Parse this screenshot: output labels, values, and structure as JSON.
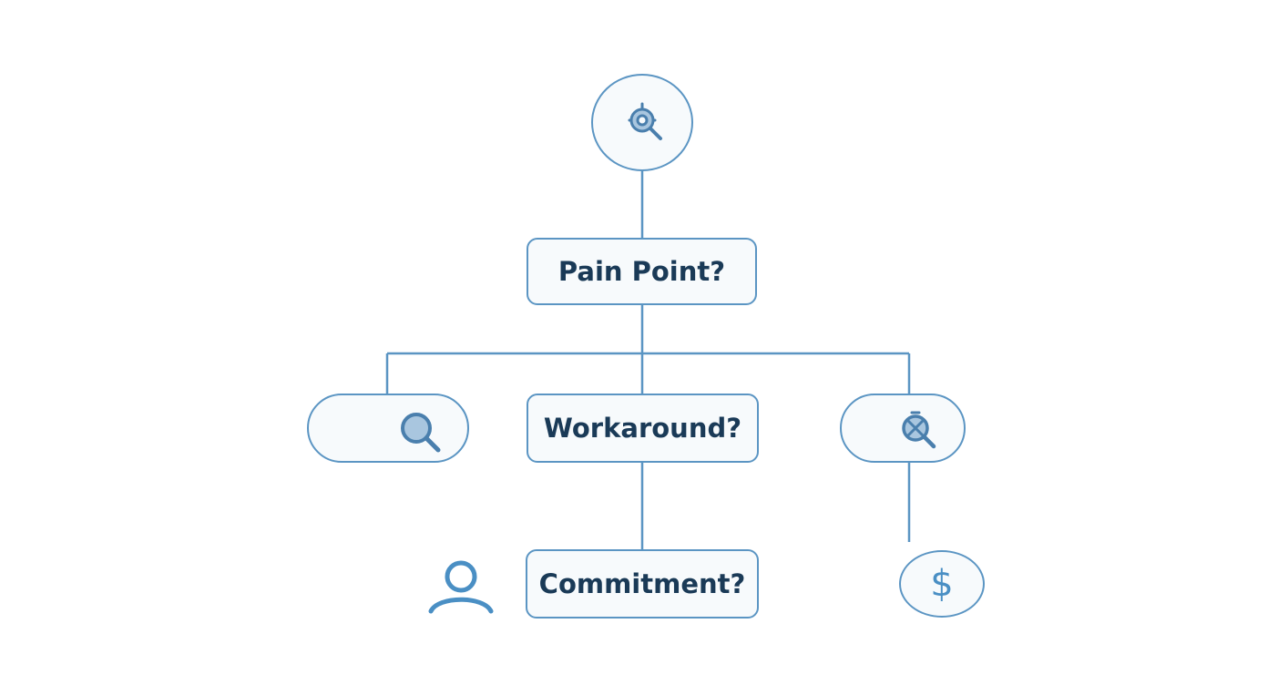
{
  "diagram": {
    "nodes": {
      "root": {
        "icon": "target-search-icon"
      },
      "pain_point": {
        "label": "Pain Point?"
      },
      "search_pill": {
        "icon": "magnifier-icon"
      },
      "workaround": {
        "label": "Workaround?"
      },
      "no_search_pill": {
        "icon": "crossed-magnifier-icon"
      },
      "commitment": {
        "label": "Commitment?"
      },
      "person": {
        "icon": "person-icon"
      },
      "money": {
        "icon": "dollar-icon",
        "symbol": "$"
      }
    },
    "colors": {
      "stroke": "#5b95c3",
      "node_fill": "#f7fafc",
      "text": "#1a3a57",
      "icon_fill": "#a9c6df",
      "icon_stroke": "#4a7fad"
    }
  }
}
